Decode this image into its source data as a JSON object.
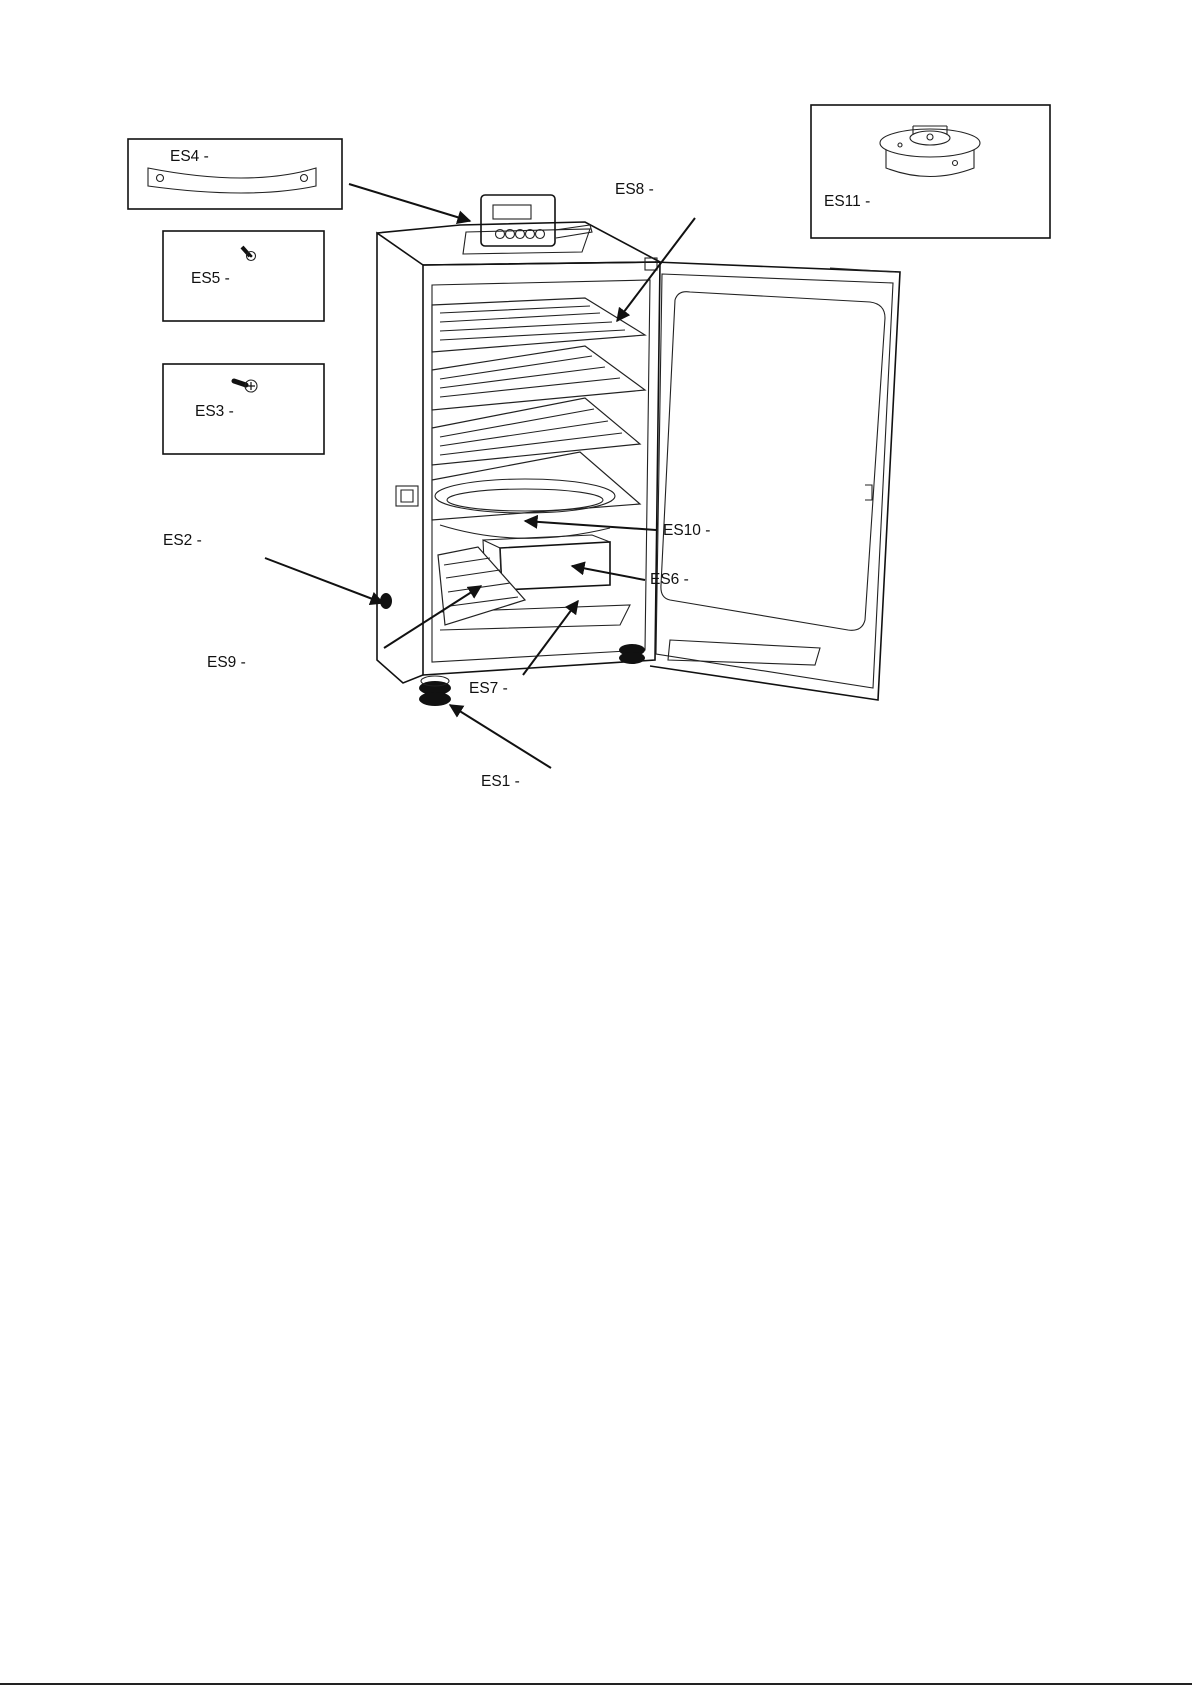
{
  "labels": {
    "es1": "ES1 -",
    "es2": "ES2 -",
    "es3": "ES3 -",
    "es4": "ES4 -",
    "es5": "ES5 -",
    "es6": "ES6 -",
    "es7": "ES7 -",
    "es8": "ES8 -",
    "es9": "ES9 -",
    "es10": "ES10 -",
    "es11": "ES11 -"
  },
  "icons": {
    "handle": "handle-icon",
    "small_screw": "small-screw-icon",
    "large_screw": "large-screw-icon",
    "damper": "damper-lid-icon",
    "smoker": "electric-smoker-icon"
  },
  "colors": {
    "ink": "#111111",
    "paper": "#ffffff"
  }
}
